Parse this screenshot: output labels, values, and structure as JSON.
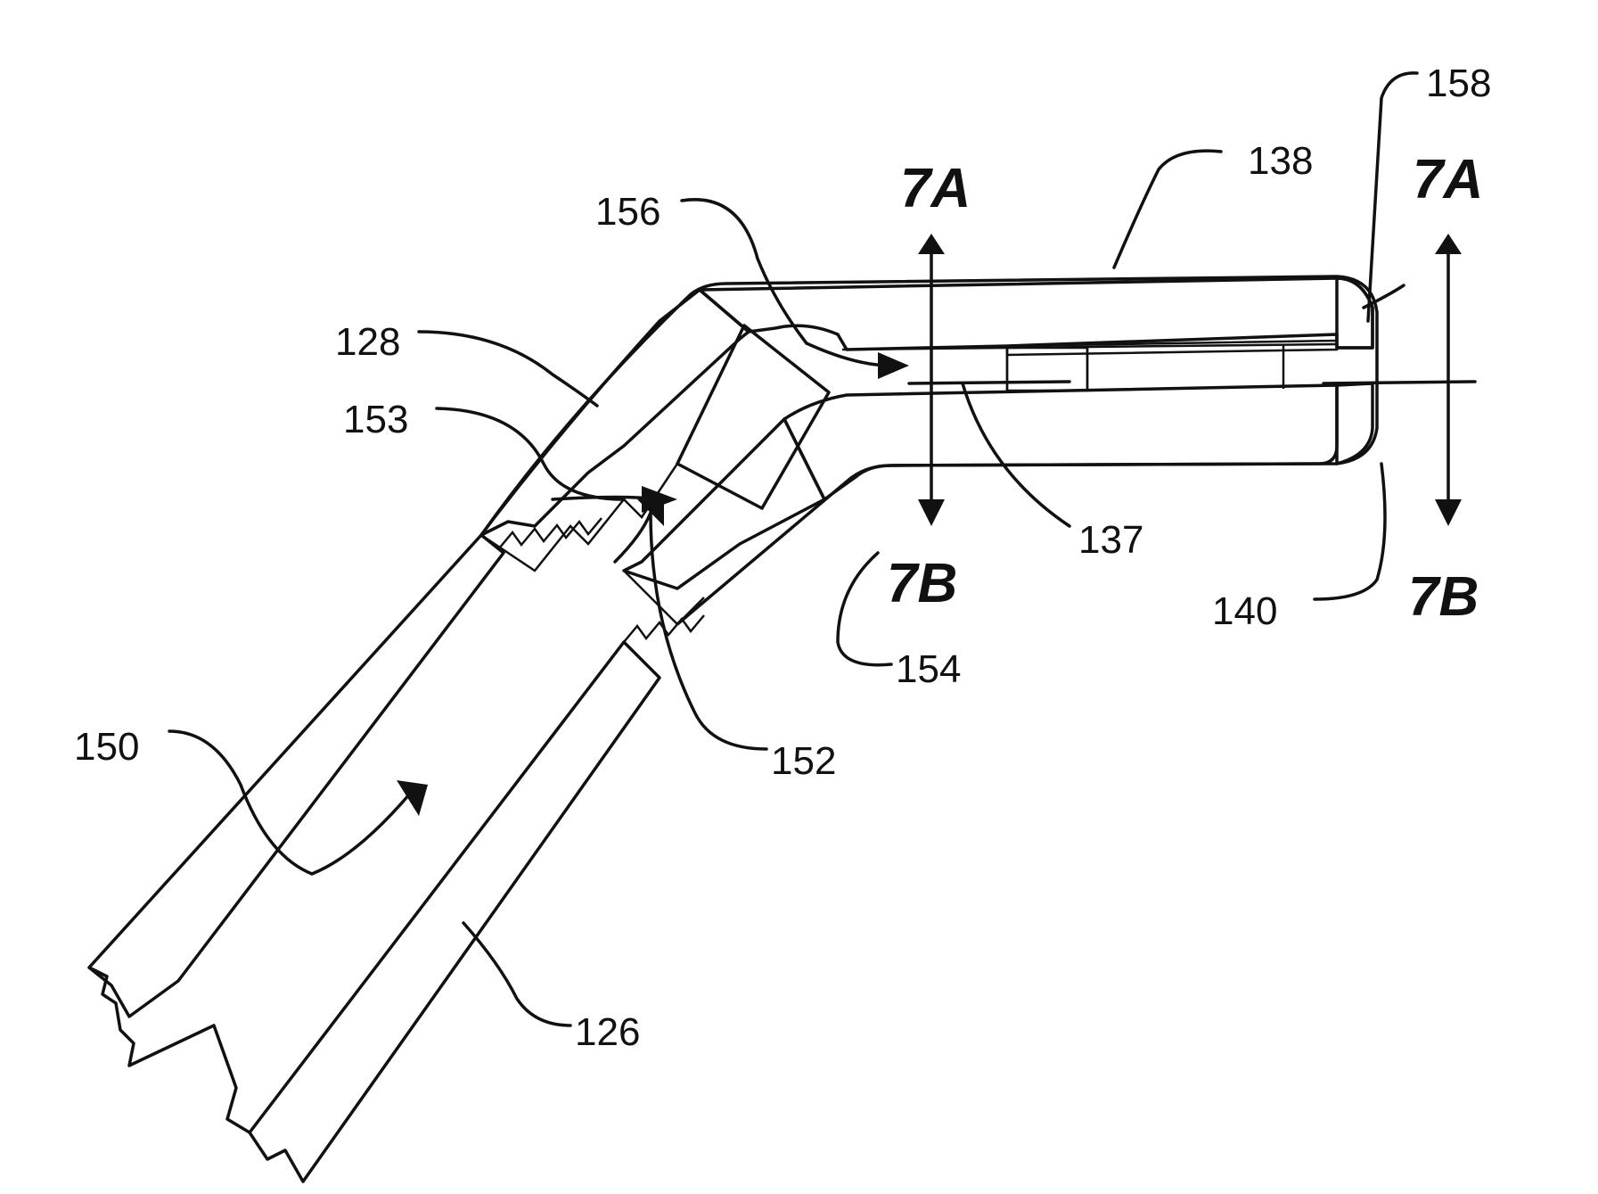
{
  "figure": {
    "reference_numerals": {
      "r126": "126",
      "r128": "128",
      "r137": "137",
      "r138": "138",
      "r140": "140",
      "r150": "150",
      "r152": "152",
      "r153": "153",
      "r154": "154",
      "r156": "156",
      "r158": "158"
    },
    "section_markers": {
      "left_top": "7A",
      "left_bottom": "7B",
      "right_top": "7A",
      "right_bottom": "7B"
    }
  }
}
